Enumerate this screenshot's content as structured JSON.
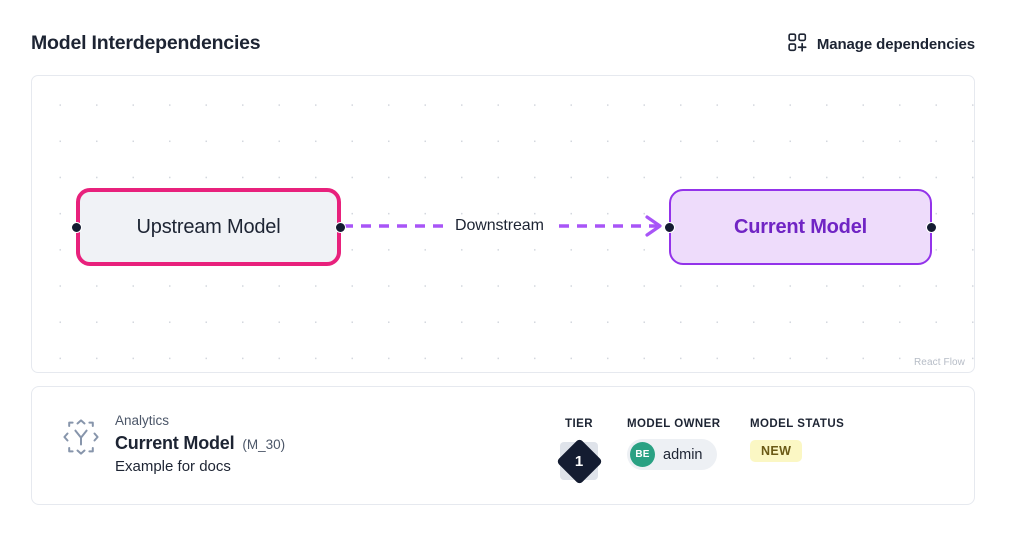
{
  "header": {
    "title": "Model Interdependencies",
    "manage_button": {
      "label": "Manage dependencies",
      "icon": "grid-add-icon"
    }
  },
  "flow": {
    "attribution": "React Flow",
    "nodes": [
      {
        "id": "upstream",
        "label": "Upstream Model",
        "border_color": "#e8217c",
        "fill_color": "#f0f2f6",
        "text_color": "#1d2433"
      },
      {
        "id": "current",
        "label": "Current Model",
        "border_color": "#9333ea",
        "fill_color": "#eedcfb",
        "text_color": "#7024c4"
      }
    ],
    "edges": [
      {
        "id": "upstream-to-current",
        "label": "Downstream",
        "source": "upstream",
        "target": "current",
        "color": "#a855f7",
        "style": "dashed",
        "arrow": "open-arrow-right"
      }
    ]
  },
  "detail": {
    "icon": "model-hierarchy-icon",
    "kicker": "Analytics",
    "title": "Current Model",
    "code": "(M_30)",
    "description": "Example for docs",
    "tier": {
      "label": "TIER",
      "value": "1",
      "badge_color": "#141c31"
    },
    "owner": {
      "label": "MODEL OWNER",
      "initials": "BE",
      "name": "admin",
      "avatar_color": "#2aa183"
    },
    "status": {
      "label": "MODEL STATUS",
      "value": "NEW",
      "bg_color": "#fbf7c4",
      "text_color": "#6b5a16"
    }
  }
}
